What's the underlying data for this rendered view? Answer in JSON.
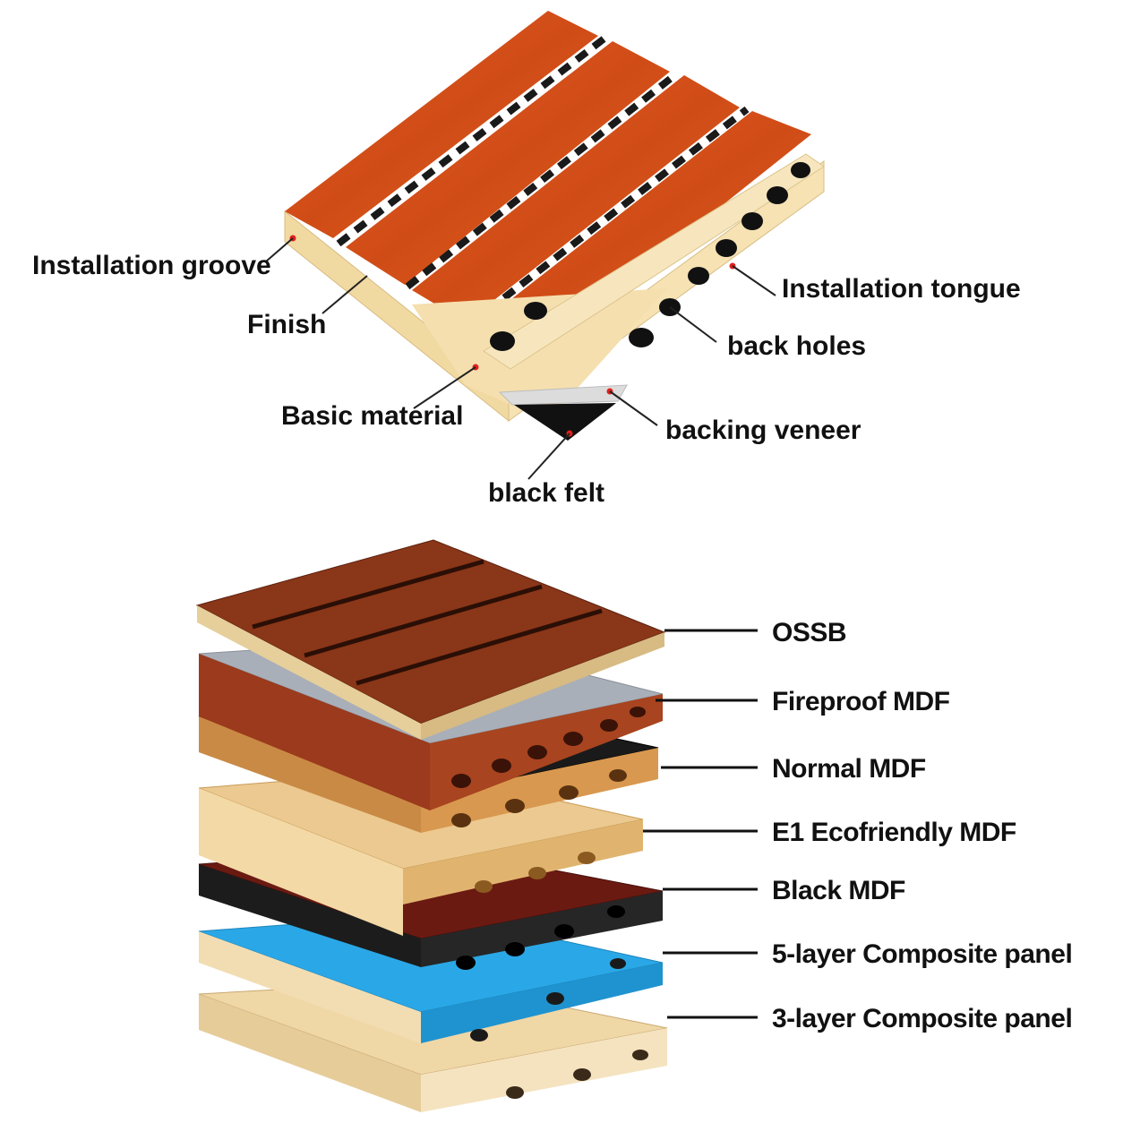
{
  "top_diagram": {
    "labels": {
      "installation_groove": "Installation groove",
      "finish": "Finish",
      "basic_material": "Basic material",
      "installation_tongue": "Installation tongue",
      "back_holes": "back holes",
      "backing_veneer": "backing veneer",
      "black_felt": "black felt"
    },
    "colors": {
      "finish_face": "#d8531c",
      "base_material": "#f3deaa",
      "backing_veneer": "#dddddd",
      "black_felt": "#111111",
      "marker_dot": "#e0201b"
    }
  },
  "bottom_diagram": {
    "layers": [
      {
        "label": "OSSB",
        "color": "#8a3618"
      },
      {
        "label": "Fireproof MDF",
        "color": "#a9afb8"
      },
      {
        "label": "Normal MDF",
        "color": "#1a1a1a"
      },
      {
        "label": "E1 Ecofriendly MDF",
        "color": "#e8c48a"
      },
      {
        "label": "Black MDF",
        "color": "#6b1a12"
      },
      {
        "label": "5-layer Composite panel",
        "color": "#2aa7e6"
      },
      {
        "label": "3-layer Composite panel",
        "color": "#efd3a0"
      }
    ]
  }
}
